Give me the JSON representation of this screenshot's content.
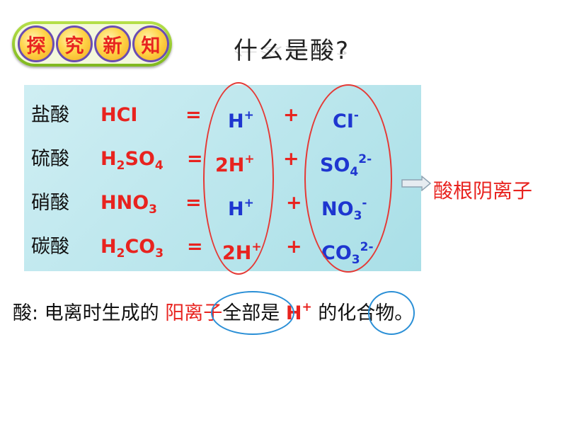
{
  "badge": {
    "chars": [
      "探",
      "究",
      "新",
      "知"
    ]
  },
  "title": "什么是酸?",
  "rows": [
    {
      "name": "盐酸",
      "formula": "HCI",
      "eq": "=",
      "cation": "H",
      "cation_sup": "+",
      "plus": "+",
      "anion": "CI",
      "anion_sup": "-"
    },
    {
      "name": "硫酸",
      "formula_main": "H",
      "formula_sub": "2",
      "formula_rest": "SO",
      "formula_sub2": "4",
      "eq": "=",
      "cation": "2H",
      "cation_sup": "+",
      "plus": "+",
      "anion": "SO",
      "anion_sub": "4",
      "anion_sup": "2-"
    },
    {
      "name": "硝酸",
      "formula_main": "HNO",
      "formula_sub": "3",
      "eq": "=",
      "cation": "H",
      "cation_sup": "+",
      "plus": "+",
      "anion": "NO",
      "anion_sub": "3",
      "anion_sup": "-"
    },
    {
      "name": "碳酸",
      "formula_main": "H",
      "formula_sub": "2",
      "formula_rest": "CO",
      "formula_sub2": "3",
      "eq": "=",
      "cation": "2H",
      "cation_sup": "+",
      "plus": "+",
      "anion": "CO",
      "anion_sub": "3",
      "anion_sup": "2-"
    }
  ],
  "arrow_label": "酸根阴离子",
  "definition": {
    "prefix": "酸:  电离时生成的 ",
    "highlight": "阳离子",
    "middle": "全部是 ",
    "ion": "H",
    "ion_sup": "+",
    "suffix": "  的化合物。"
  },
  "colors": {
    "red": "#e8231f",
    "blue": "#1e36d0",
    "panel": "#b8e5ec",
    "circle_red": "#e53935",
    "circle_blue": "#2a8fd6"
  }
}
